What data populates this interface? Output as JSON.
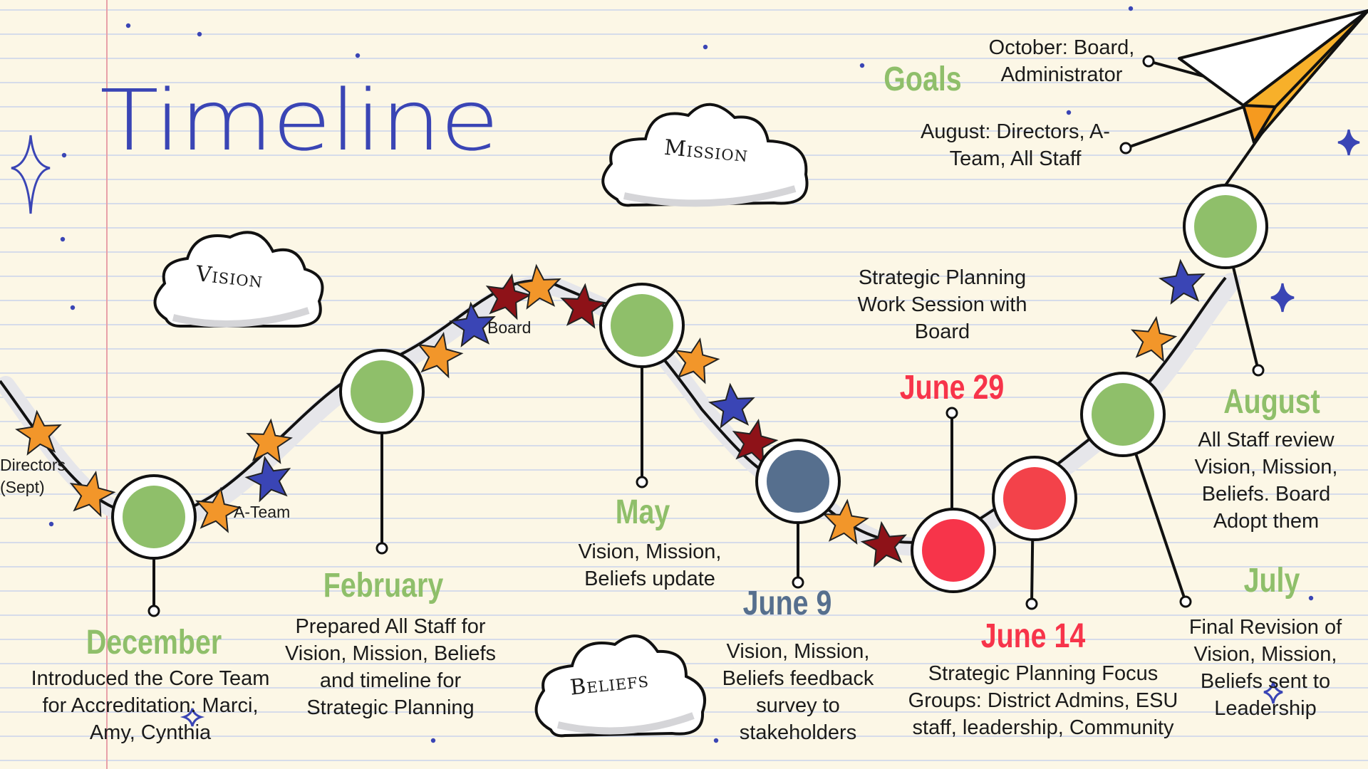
{
  "title": "Timeline",
  "clouds": {
    "vision": "Vision",
    "mission": "Mission",
    "beliefs": "Beliefs"
  },
  "goals": {
    "heading": "Goals",
    "october": "October: Board, Administrator",
    "august": "August: Directors, A-Team, All Staff"
  },
  "wave_labels": {
    "directors": "Directors (Sept)",
    "ateam": "A-Team",
    "board": "Board"
  },
  "milestones": [
    {
      "month": "December",
      "text": "Introduced the Core Team for Accreditation: Marci, Amy, Cynthia"
    },
    {
      "month": "February",
      "text": "Prepared All Staff for Vision, Mission, Beliefs and timeline for Strategic Planning"
    },
    {
      "month": "May",
      "text": "Vision, Mission, Beliefs update"
    },
    {
      "month": "June 9",
      "text": "Vision, Mission, Beliefs feedback survey to stakeholders"
    },
    {
      "month": "June 29",
      "text": "Strategic Planning Work Session with Board"
    },
    {
      "month": "June 14",
      "text": "Strategic Planning Focus Groups: District Admins, ESU staff, leadership, Community"
    },
    {
      "month": "July",
      "text": "Final Revision of Vision, Mission, Beliefs sent to Leadership"
    },
    {
      "month": "August",
      "text": "All Staff review Vision, Mission, Beliefs. Board Adopt them"
    }
  ],
  "colors": {
    "background": "#fcf7e6",
    "rule_line": "#c9d3ec",
    "margin_line": "#e8a0a8",
    "title": "#3a45b5",
    "green": "#8fbf6a",
    "slate": "#566f8e",
    "red": "#f7344a",
    "red2": "#f3424a",
    "star_orange": "#f2962a",
    "star_blue": "#3a45b5",
    "star_red": "#8e1218"
  }
}
